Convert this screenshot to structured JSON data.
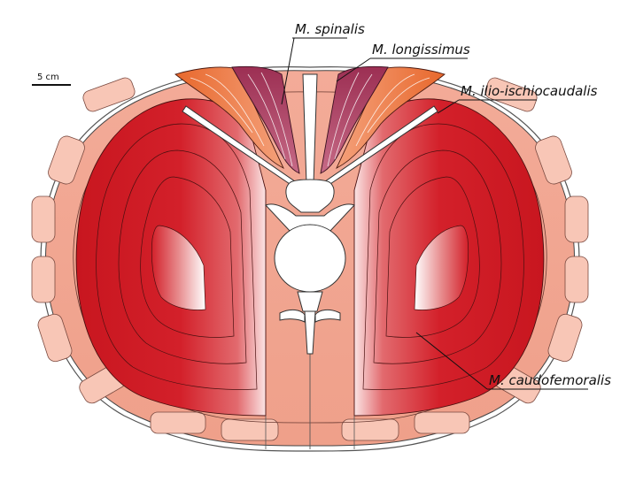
{
  "diagram": {
    "scale_bar_label": "5 cm",
    "labels": {
      "spinalis": "M. spinalis",
      "longissimus": "M. longissimus",
      "ilio_ischiocaudalis": "M. ilio-ischiocaudalis",
      "caudofemoralis": "M. caudofemoralis"
    },
    "colors": {
      "caudofemoralis": "#d3202a",
      "caudofemoralis_highlight": "#ffffff",
      "ilio_ischiocaudalis": "#f0a18c",
      "ilio_ischiocaudalis_inner": "#f8c6b6",
      "longissimus": "#e8682c",
      "spinalis": "#a3385a",
      "bone": "#ffffff",
      "outline": "#333333",
      "leader_line": "#111111"
    }
  }
}
